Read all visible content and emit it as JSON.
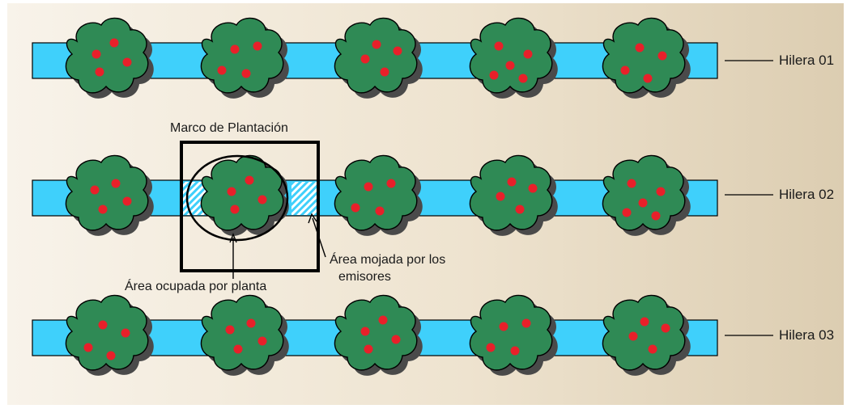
{
  "colors": {
    "panel_light": "#f7f1e6",
    "panel_dark": "#e0d2b8",
    "tape": "#3fd0fb",
    "tree": "#2f8a55",
    "shadow": "#4a4a4a",
    "fruit": "#e8202a",
    "outline": "#000000"
  },
  "rows": [
    {
      "label": "Hilera 01",
      "trees": 5
    },
    {
      "label": "Hilera 02",
      "trees": 5
    },
    {
      "label": "Hilera 03",
      "trees": 5
    }
  ],
  "annotations": {
    "frame": "Marco de Plantación",
    "wetted_line1": "Área mojada por los",
    "wetted_line2": "emisores",
    "occupied": "Área ocupada por planta"
  }
}
